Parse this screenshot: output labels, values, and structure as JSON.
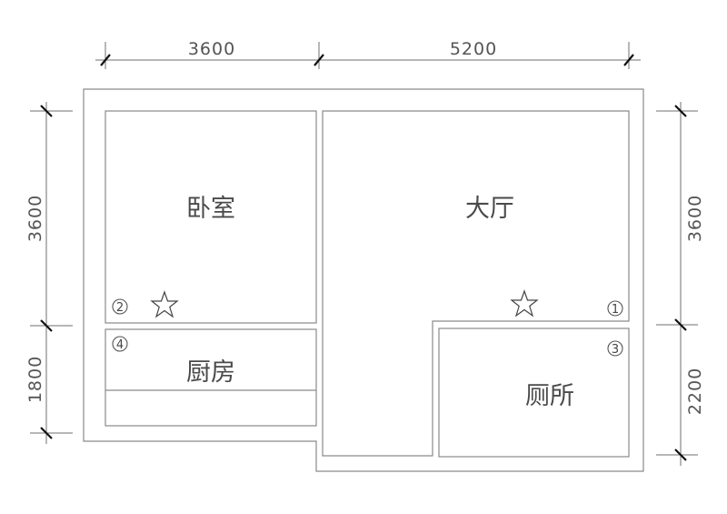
{
  "dimensions": {
    "top": [
      "3600",
      "5200"
    ],
    "left": [
      "3600",
      "1800"
    ],
    "right": [
      "3600",
      "2200"
    ]
  },
  "rooms": {
    "bedroom": "卧室",
    "living": "大厅",
    "kitchen": "厨房",
    "bathroom": "厕所"
  },
  "markers": [
    "1",
    "2",
    "3",
    "4"
  ],
  "colors": {
    "line": "#8a8a8a",
    "tick": "#111111",
    "text": "#4a4a4a"
  }
}
